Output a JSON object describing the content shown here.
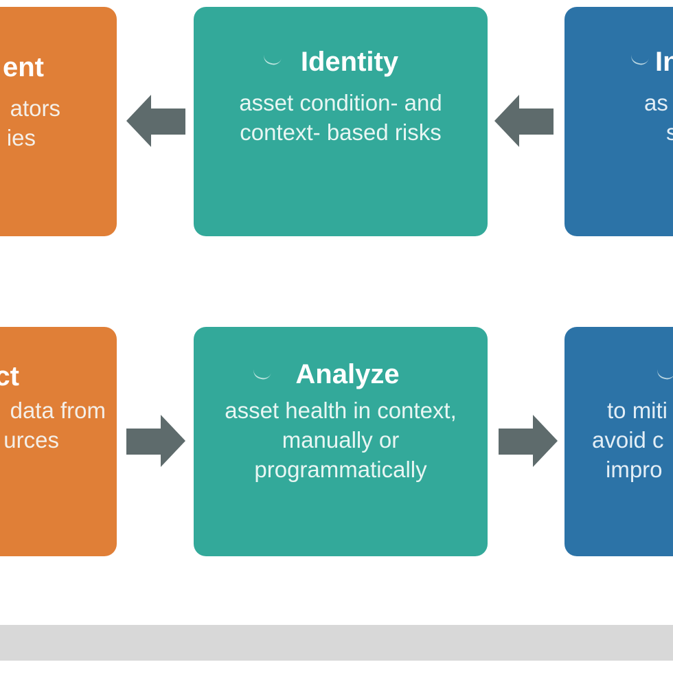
{
  "colors": {
    "orange": "#e07f37",
    "teal": "#33a99a",
    "blue": "#2c73a7",
    "arrow": "#5e6b6c",
    "footer": "#d8d8d8"
  },
  "top_row": {
    "left_box": {
      "title": "ent",
      "line1": "ators",
      "line2": "ies"
    },
    "center_box": {
      "title": "Identity",
      "line1": "asset condition- and",
      "line2": "context- based risks"
    },
    "right_box": {
      "title": "In",
      "line1": "as",
      "line2": "s"
    }
  },
  "bottom_row": {
    "left_box": {
      "title": "ct",
      "line1": "data from",
      "line2": "urces"
    },
    "center_box": {
      "title": "Analyze",
      "line1": "asset health in context,",
      "line2": "manually or",
      "line3": "programmatically"
    },
    "right_box": {
      "line1": "to miti",
      "line2": "avoid c",
      "line3": "impro"
    }
  },
  "icons": {
    "arrow_left": "arrow-left-icon",
    "arrow_right": "arrow-right-icon",
    "tick": "tick-mark-icon"
  }
}
